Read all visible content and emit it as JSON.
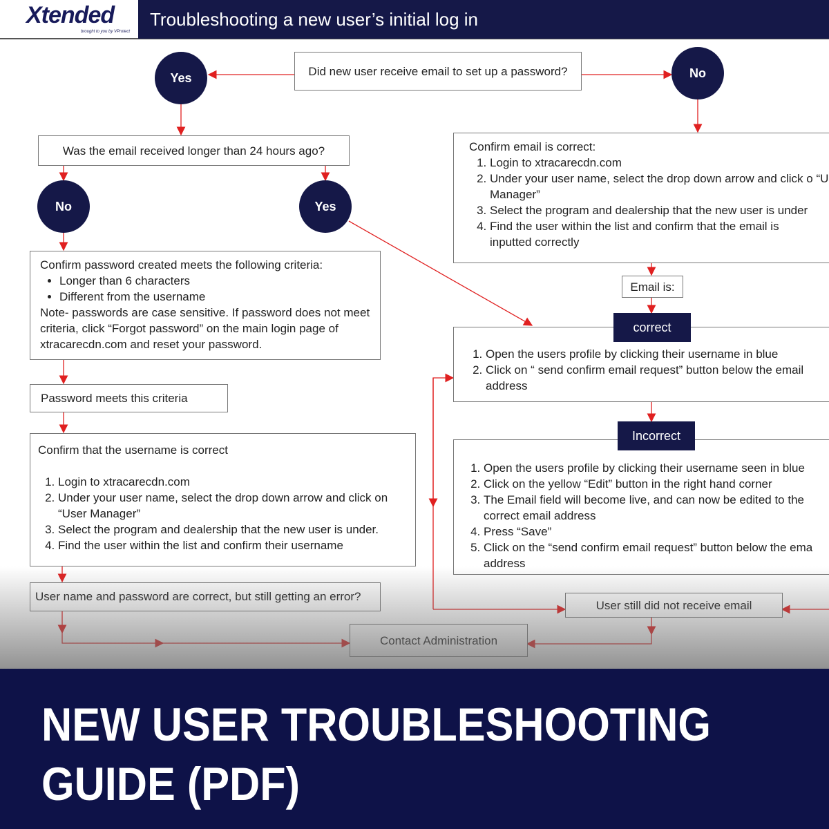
{
  "header": {
    "logo_text": "Xtended",
    "logo_tagline": "brought to you by VProtect",
    "title": "Troubleshooting a new user’s initial log in"
  },
  "colors": {
    "navy": "#151848",
    "arrow": "#e02020",
    "banner": "#0e1248"
  },
  "flow": {
    "q1": "Did new user receive email to set up a password?",
    "yes1": "Yes",
    "no1": "No",
    "q2": "Was the email received longer than 24 hours ago?",
    "no2": "No",
    "yes2": "Yes",
    "criteria": {
      "title": "Confirm password created meets the following criteria:",
      "bullets": [
        "Longer than 6 characters",
        "Different from the username"
      ],
      "note": "Note- passwords are case sensitive. If password does not meet criteria, click “Forgot password” on the main login page of xtracarecdn.com and reset your password."
    },
    "meets": "Password meets this criteria",
    "username": {
      "title": "Confirm that the username is correct",
      "steps": [
        "Login to xtracarecdn.com",
        "Under your user name, select the drop down arrow and click on “User Manager”",
        "Select the program and dealership that the new user is under.",
        "Find the user within the list and confirm their username"
      ]
    },
    "still_error": "User name and password are correct, but still getting an error?",
    "contact": "Contact Administration",
    "confirm_email": {
      "title": "Confirm email is correct:",
      "steps": [
        "Login to xtracarecdn.com",
        "Under your user name, select the drop down arrow and click o “User Manager”",
        "Select the program and dealership that the new user is under",
        "Find the user within the list and confirm that the email is inputted correctly"
      ]
    },
    "email_is": "Email is:",
    "correct_label": "correct",
    "correct_steps": [
      "Open the users profile by clicking their username in blue",
      "Click on “ send confirm email request” button below the email address"
    ],
    "incorrect_label": "Incorrect",
    "incorrect_steps": [
      "Open the users profile by clicking their username seen in blue",
      "Click on the yellow “Edit” button in the right hand corner",
      "The Email field will become live, and can now be edited to the correct email address",
      "Press “Save”",
      "Click on the “send confirm email request” button below the ema address"
    ],
    "not_received": "User still did not receive email"
  },
  "banner": {
    "line1": "NEW USER TROUBLESHOOTING",
    "line2": "GUIDE (PDF)"
  }
}
